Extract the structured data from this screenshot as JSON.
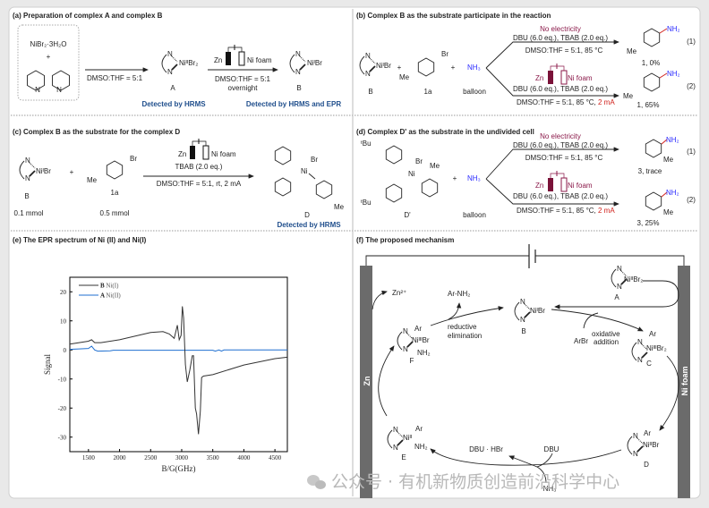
{
  "panel_a": {
    "title": "(a) Preparation of complex A and complex B",
    "reagent": "NiBr₂·3H₂O",
    "plus": "+",
    "n": "N",
    "cond1": "DMSO:THF = 5:1",
    "complex_a": "NiᴵᴵBr₂",
    "label_a": "A",
    "zn": "Zn",
    "ni_foam": "Ni foam",
    "cond2": "DMSO:THF = 5:1",
    "cond2b": "overnight",
    "complex_b": "NiᴵBr",
    "label_b": "B",
    "detect_a": "Detected by HRMS",
    "detect_b": "Detected by HRMS and EPR"
  },
  "panel_b": {
    "title": "(b) Complex B as the substrate participate in the reaction",
    "complex_b": "NiᴵBr",
    "label_b": "B",
    "br": "Br",
    "me": "Me",
    "label_1a": "1a",
    "nh3": "NH₃",
    "balloon": "balloon",
    "no_electricity": "No electricity",
    "reagents": "DBU (6.0 eq.), TBAB (2.0 eq.)",
    "cond1": "DMSO:THF = 5:1, 85 °C",
    "cond2": "DMSO:THF = 5:1, 85 °C, ",
    "current": "2 mA",
    "nh2": "NH₂",
    "yield1": "1, 0%",
    "yield2": "1, 65%",
    "eq1": "(1)",
    "eq2": "(2)",
    "zn": "Zn",
    "ni_foam": "Ni foam"
  },
  "panel_c": {
    "title": "(c) Complex B as the substrate for the complex D",
    "complex_b": "NiᴵBr",
    "label_b": "B",
    "amount_b": "0.1 mmol",
    "br": "Br",
    "me": "Me",
    "label_1a": "1a",
    "amount_1a": "0.5 mmol",
    "zn": "Zn",
    "ni_foam": "Ni foam",
    "reagents": "TBAB (2.0 eq.)",
    "cond": "DMSO:THF = 5:1, rt, 2 mA",
    "ni": "Ni",
    "label_d": "D",
    "detect": "Detected by HRMS"
  },
  "panel_d": {
    "title": "(d) Complex D' as the substrate in the undivided cell",
    "tbu": "ᵗBu",
    "ni": "Ni",
    "br": "Br",
    "me": "Me",
    "label_d": "D'",
    "nh3": "NH₃",
    "balloon": "balloon",
    "no_electricity": "No electricity",
    "reagents": "DBU (6.0 eq.), TBAB (2.0 eq.)",
    "cond1": "DMSO:THF = 5:1, 85 °C",
    "cond2": "DMSO:THF = 5:1, 85 °C, ",
    "current": "2 mA",
    "nh2": "NH₂",
    "yield1": "3, trace",
    "yield2": "3, 25%",
    "eq1": "(1)",
    "eq2": "(2)",
    "zn": "Zn",
    "ni_foam": "Ni foam"
  },
  "panel_e": {
    "title": "(e) The EPR spectrum of Ni (II) and Ni(I)"
  },
  "panel_f": {
    "title": "(f) The proposed mechanism",
    "zn_electrode": "Zn",
    "ni_electrode": "Ni foam",
    "zn2": "Zn²⁺",
    "ar_nh2": "Ar-NH₂",
    "reductive": "reductive",
    "elimination": "elimination",
    "oxidative": "oxidative",
    "addition": "addition",
    "arbr": "ArBr",
    "dbu_hbr": "DBU · HBr",
    "dbu": "DBU",
    "nh3": "NH₃",
    "a_ni": "NiᴵᴵBr₂",
    "a_label": "A",
    "b_ni": "NiᴵBr",
    "b_label": "B",
    "c_ar": "Ar",
    "c_ni": "NiᴵᴵᴵBr₂",
    "c_label": "C",
    "d_ar": "Ar",
    "d_ni": "NiᴵᴵBr",
    "d_label": "D",
    "e_ar": "Ar",
    "e_ni": "Niᴵᴵ",
    "e_nh2": "NH₂",
    "e_label": "E",
    "f_ar": "Ar",
    "f_ni": "NiᴵᴵᴵBr",
    "f_nh2": "NH₂",
    "f_label": "F"
  },
  "watermark": "公众号 · 有机新物质创造前沿科学中心",
  "colors": {
    "blue_text": "#1f4e8c",
    "maroon": "#8b1a4a",
    "red": "#d0201a",
    "series_b": "#333333",
    "series_a": "#1f6fd0"
  },
  "chart_data": {
    "type": "line",
    "title": "",
    "xlabel": "B/G(GHz)",
    "ylabel": "Signal",
    "xlim": [
      1200,
      4700
    ],
    "ylim": [
      -35,
      25
    ],
    "xticks": [
      1500,
      2000,
      2500,
      3000,
      3500,
      4000,
      4500
    ],
    "yticks": [
      -30,
      -20,
      -10,
      0,
      10,
      20
    ],
    "legend_position": "top-left",
    "series": [
      {
        "name": "B",
        "label": "Ni(I)",
        "color": "#333333",
        "x": [
          1200,
          1500,
          1550,
          1600,
          1700,
          2000,
          2500,
          2700,
          2800,
          2880,
          2930,
          2960,
          2990,
          3010,
          3030,
          3060,
          3090,
          3130,
          3170,
          3190,
          3220,
          3240,
          3270,
          3300,
          3320,
          3350,
          3500,
          4000,
          4500,
          4700
        ],
        "y": [
          2,
          3,
          3.5,
          2.5,
          2.5,
          3.5,
          6,
          6.3,
          5.5,
          4,
          8.5,
          3.5,
          5,
          15,
          11,
          -5,
          -11,
          -7,
          -2,
          -2,
          -20,
          -22,
          -29,
          -21,
          -9.5,
          -9,
          -8.5,
          -5.2,
          -3,
          -2.5
        ]
      },
      {
        "name": "A",
        "label": "Ni(II)",
        "color": "#1f6fd0",
        "x": [
          1200,
          1500,
          1550,
          1600,
          1650,
          1850,
          1900,
          3500,
          3540,
          3600,
          3640,
          3680,
          4700
        ],
        "y": [
          0.2,
          0.5,
          1.3,
          0,
          -0.4,
          -0.3,
          -0.1,
          -0.1,
          -0.4,
          0,
          -0.4,
          0,
          0
        ]
      }
    ]
  }
}
